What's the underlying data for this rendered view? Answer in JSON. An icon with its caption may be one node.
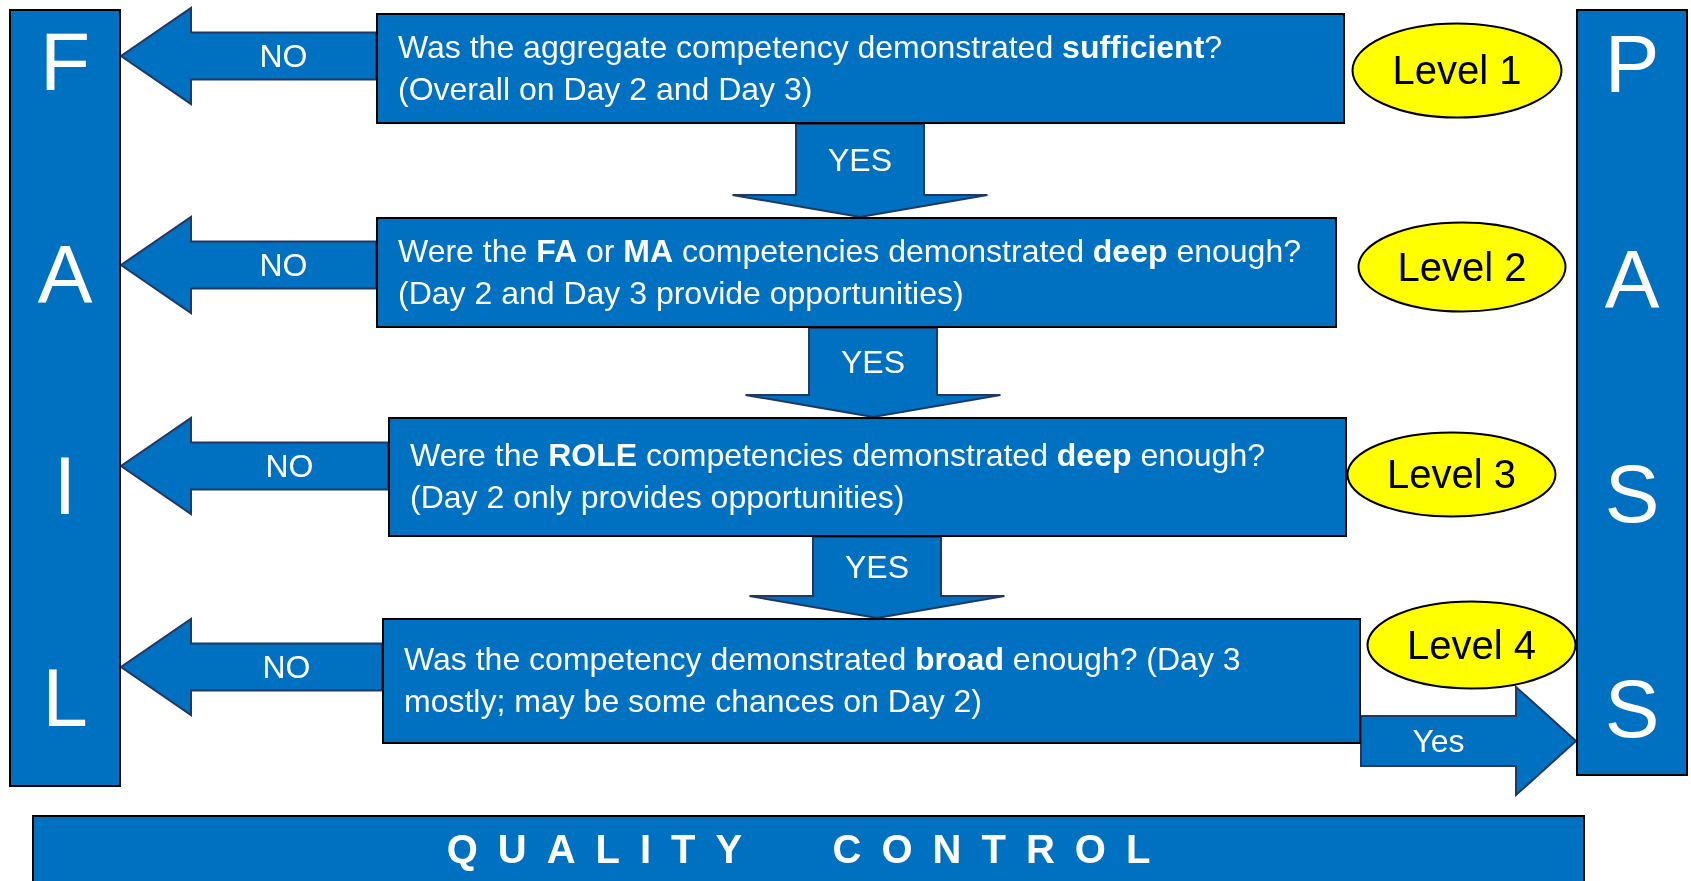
{
  "diagram": {
    "nodes": [
      {
        "text": [
          "FAIL"
        ]
      },
      {
        "text": [
          "Was the aggregate competency demonstrated **sufficient**?  (Overall on Day 2 and Day 3)"
        ]
      },
      {
        "text": [
          "Level 1"
        ]
      },
      {
        "text": [
          "PASS"
        ]
      },
      {
        "text": [
          "Were the **FA** or **MA** competencies demonstrated **deep** enough?  (Day 2 and Day 3 provide opportunities)"
        ]
      },
      {
        "text": [
          "Level 2"
        ]
      },
      {
        "text": [
          "Were the **ROLE** competencies demonstrated **deep** enough?  (Day 2 only provides opportunities)"
        ]
      },
      {
        "text": [
          "Level 3"
        ]
      },
      {
        "text": [
          "Was the competency demonstrated **broad** enough? (Day 3 mostly;  may be some chances on Day 2)"
        ]
      },
      {
        "text": [
          "Level 4"
        ]
      },
      {
        "text": [
          "QUALITY CONTROL"
        ]
      }
    ],
    "edges": [
      {
        "from": 1,
        "to": 0,
        "arrow": "to",
        "label": "NO"
      },
      {
        "from": 1,
        "to": 4,
        "arrow": "to",
        "label": "YES"
      },
      {
        "from": 4,
        "to": 0,
        "arrow": "to",
        "label": "NO"
      },
      {
        "from": 4,
        "to": 6,
        "arrow": "to",
        "label": "YES"
      },
      {
        "from": 6,
        "to": 0,
        "arrow": "to",
        "label": "NO"
      },
      {
        "from": 6,
        "to": 8,
        "arrow": "to",
        "label": "YES"
      },
      {
        "from": 8,
        "to": 0,
        "arrow": "to",
        "label": "NO"
      },
      {
        "from": 8,
        "to": 3,
        "arrow": "to",
        "label": "Yes"
      }
    ]
  }
}
